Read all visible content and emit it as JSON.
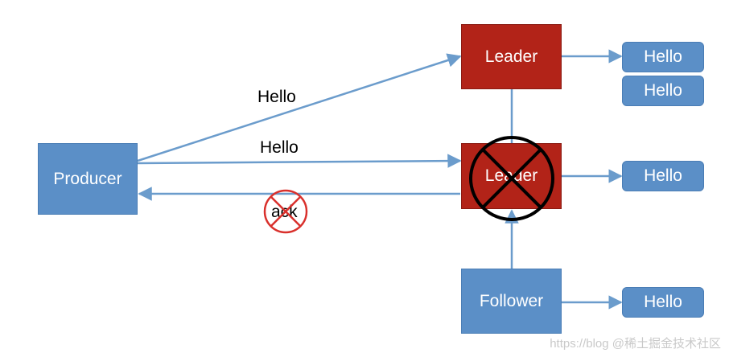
{
  "nodes": {
    "producer": "Producer",
    "leader_top": "Leader",
    "leader_mid": "Leader",
    "follower": "Follower"
  },
  "messages": {
    "hello_top_a": "Hello",
    "hello_top_b": "Hello",
    "hello_mid": "Hello",
    "hello_bottom": "Hello"
  },
  "edge_labels": {
    "to_leader_top": "Hello",
    "to_leader_mid": "Hello",
    "ack": "ack"
  },
  "watermark": "https://blog @稀土掘金技术社区",
  "colors": {
    "blue_box": "#5b8fc7",
    "red_box": "#b22318",
    "arrow": "#6b9ccc",
    "failure_cross": "#000000",
    "ack_cross": "#d9302c"
  }
}
